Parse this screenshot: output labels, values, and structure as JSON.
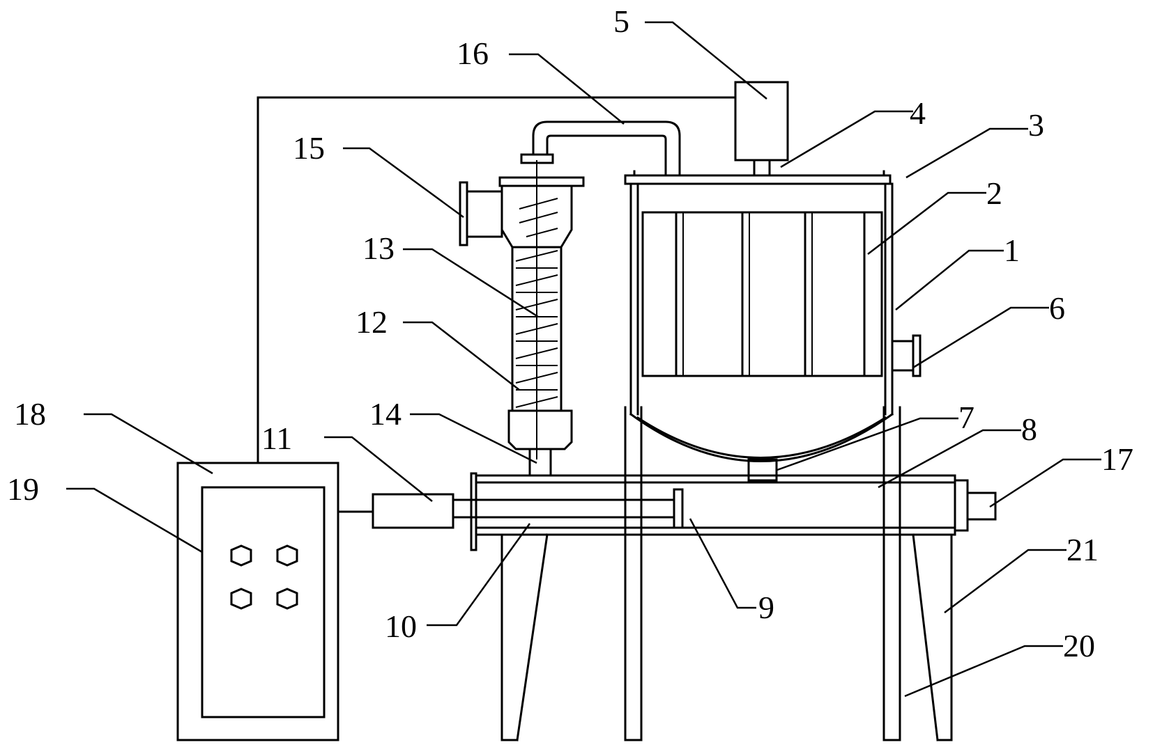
{
  "figure": {
    "type": "patent-mechanical-drawing",
    "labels": [
      "1",
      "2",
      "3",
      "4",
      "5",
      "6",
      "7",
      "8",
      "9",
      "10",
      "11",
      "12",
      "13",
      "14",
      "15",
      "16",
      "17",
      "18",
      "19",
      "20",
      "21"
    ]
  }
}
